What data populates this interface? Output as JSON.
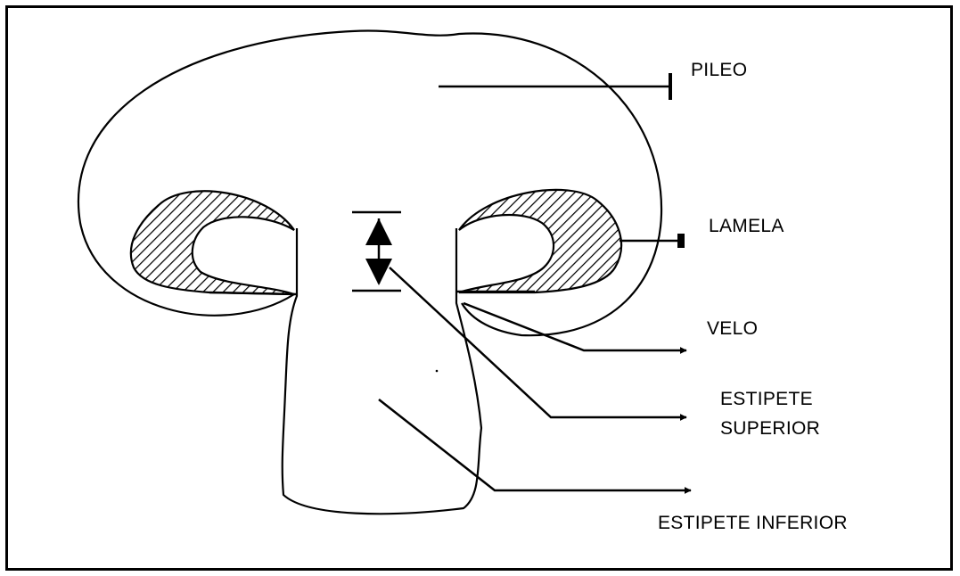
{
  "diagram": {
    "labels": {
      "pileo": "PILEO",
      "lamela": "LAMELA",
      "velo": "VELO",
      "estipete_superior_1": "ESTIPETE",
      "estipete_superior_2": "SUPERIOR",
      "estipete_inferior": "ESTIPETE INFERIOR"
    },
    "colors": {
      "stroke": "#000000",
      "background": "#ffffff"
    }
  }
}
